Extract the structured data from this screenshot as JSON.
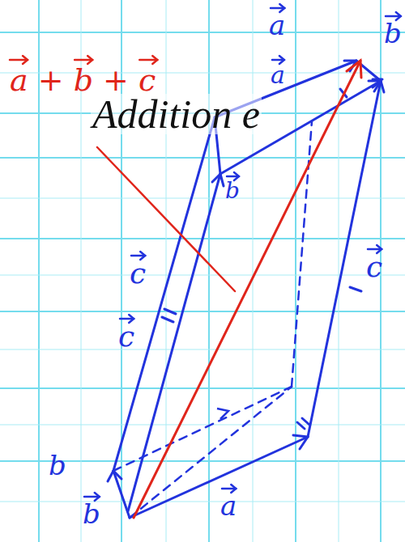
{
  "diagram": {
    "labels": [
      "a",
      "b",
      "a + b + c",
      "a",
      "Addition e",
      "b",
      "c",
      "c",
      "c",
      "b",
      "b",
      "a"
    ]
  }
}
